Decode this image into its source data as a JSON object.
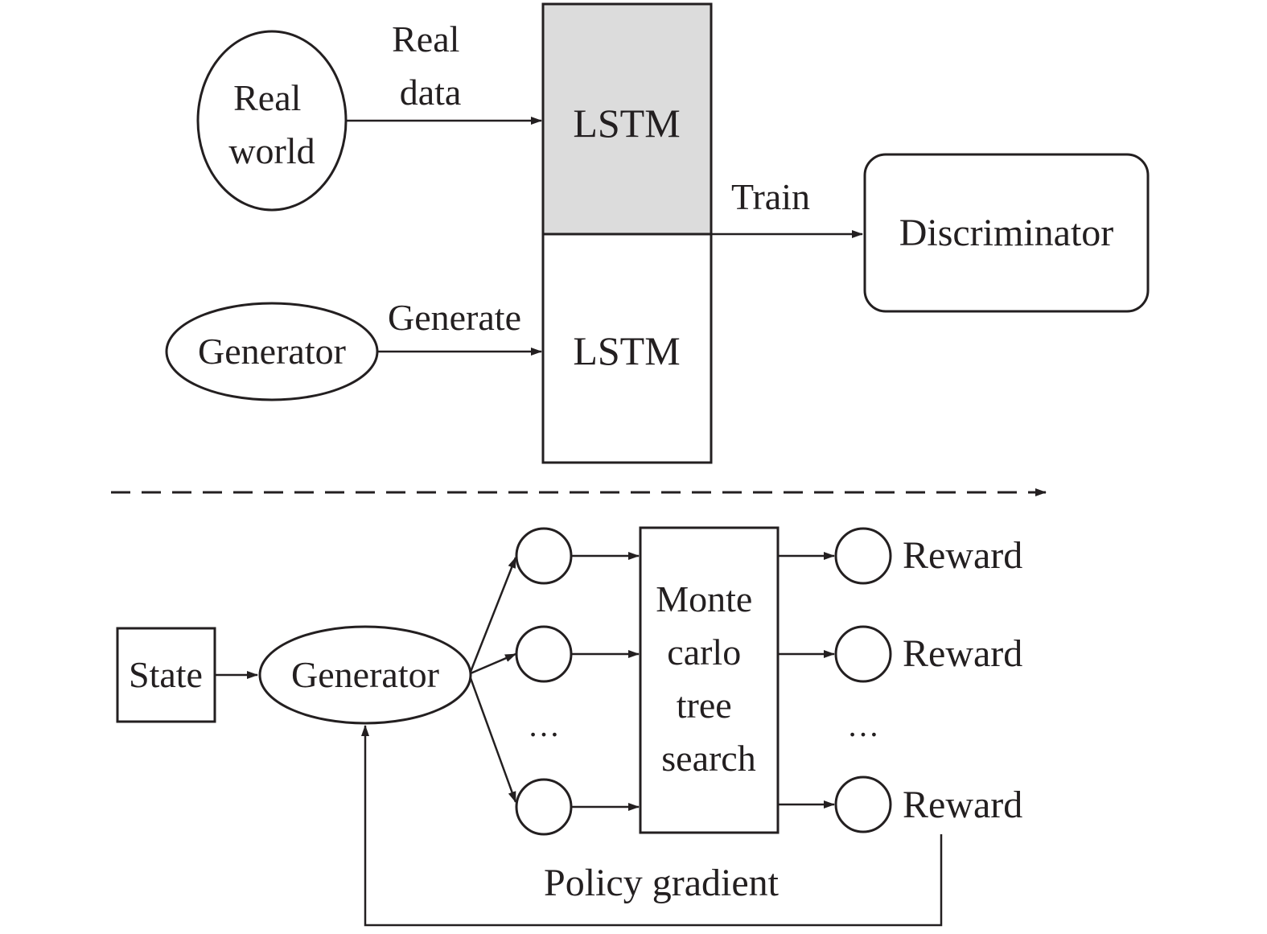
{
  "top": {
    "real_world": [
      "Real",
      "world"
    ],
    "real_data_label": [
      "Real",
      "data"
    ],
    "lstm_real": "LSTM",
    "lstm_generated": "LSTM",
    "train_label": "Train",
    "discriminator": "Discriminator",
    "generator": "Generator",
    "generate_label": "Generate"
  },
  "bottom": {
    "state": "State",
    "generator": "Generator",
    "mcts": [
      "Monte",
      "carlo",
      "tree",
      "search"
    ],
    "rewards": [
      "Reward",
      "Reward",
      "Reward"
    ],
    "ellipsis_left": "…",
    "ellipsis_right": "…",
    "policy_gradient_label": "Policy gradient"
  },
  "colors": {
    "ink": "#231f20",
    "lstm_real_fill": "#dcdcdc"
  }
}
